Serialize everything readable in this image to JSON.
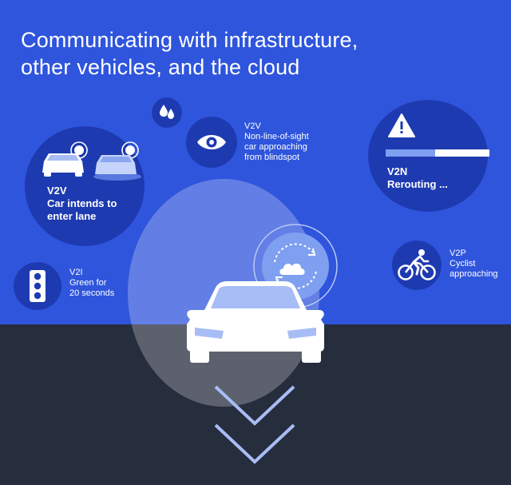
{
  "title": {
    "line1": "Communicating with infrastructure,",
    "line2": "other vehicles, and the cloud"
  },
  "v2v_lane": {
    "type": "V2V",
    "line1": "Car intends to",
    "line2": "enter lane"
  },
  "v2v_blindspot": {
    "type": "V2V",
    "line1": "Non-line-of-sight",
    "line2": "car approaching",
    "line3": "from blindspot"
  },
  "v2n": {
    "type": "V2N",
    "status": "Rerouting ...",
    "progress": 0.48
  },
  "v2i": {
    "type": "V2I",
    "line1": "Green for",
    "line2": "20 seconds"
  },
  "v2p": {
    "type": "V2P",
    "line1": "Cyclist",
    "line2": "approaching"
  },
  "icons": {
    "drops": "water-drops-icon",
    "eye": "eye-icon",
    "warning": "warning-icon",
    "cars": "cars-icon",
    "traffic_light": "traffic-light-icon",
    "cyclist": "cyclist-icon",
    "cloud_sync": "cloud-sync-icon",
    "main_car": "car-front-icon",
    "chevrons": "chevron-down-icon"
  },
  "colors": {
    "sky_blue": "#2f55dd",
    "bubble_blue": "#1e3ab0",
    "road_dark": "#262d3d",
    "accent_light": "#7f9ff0"
  }
}
